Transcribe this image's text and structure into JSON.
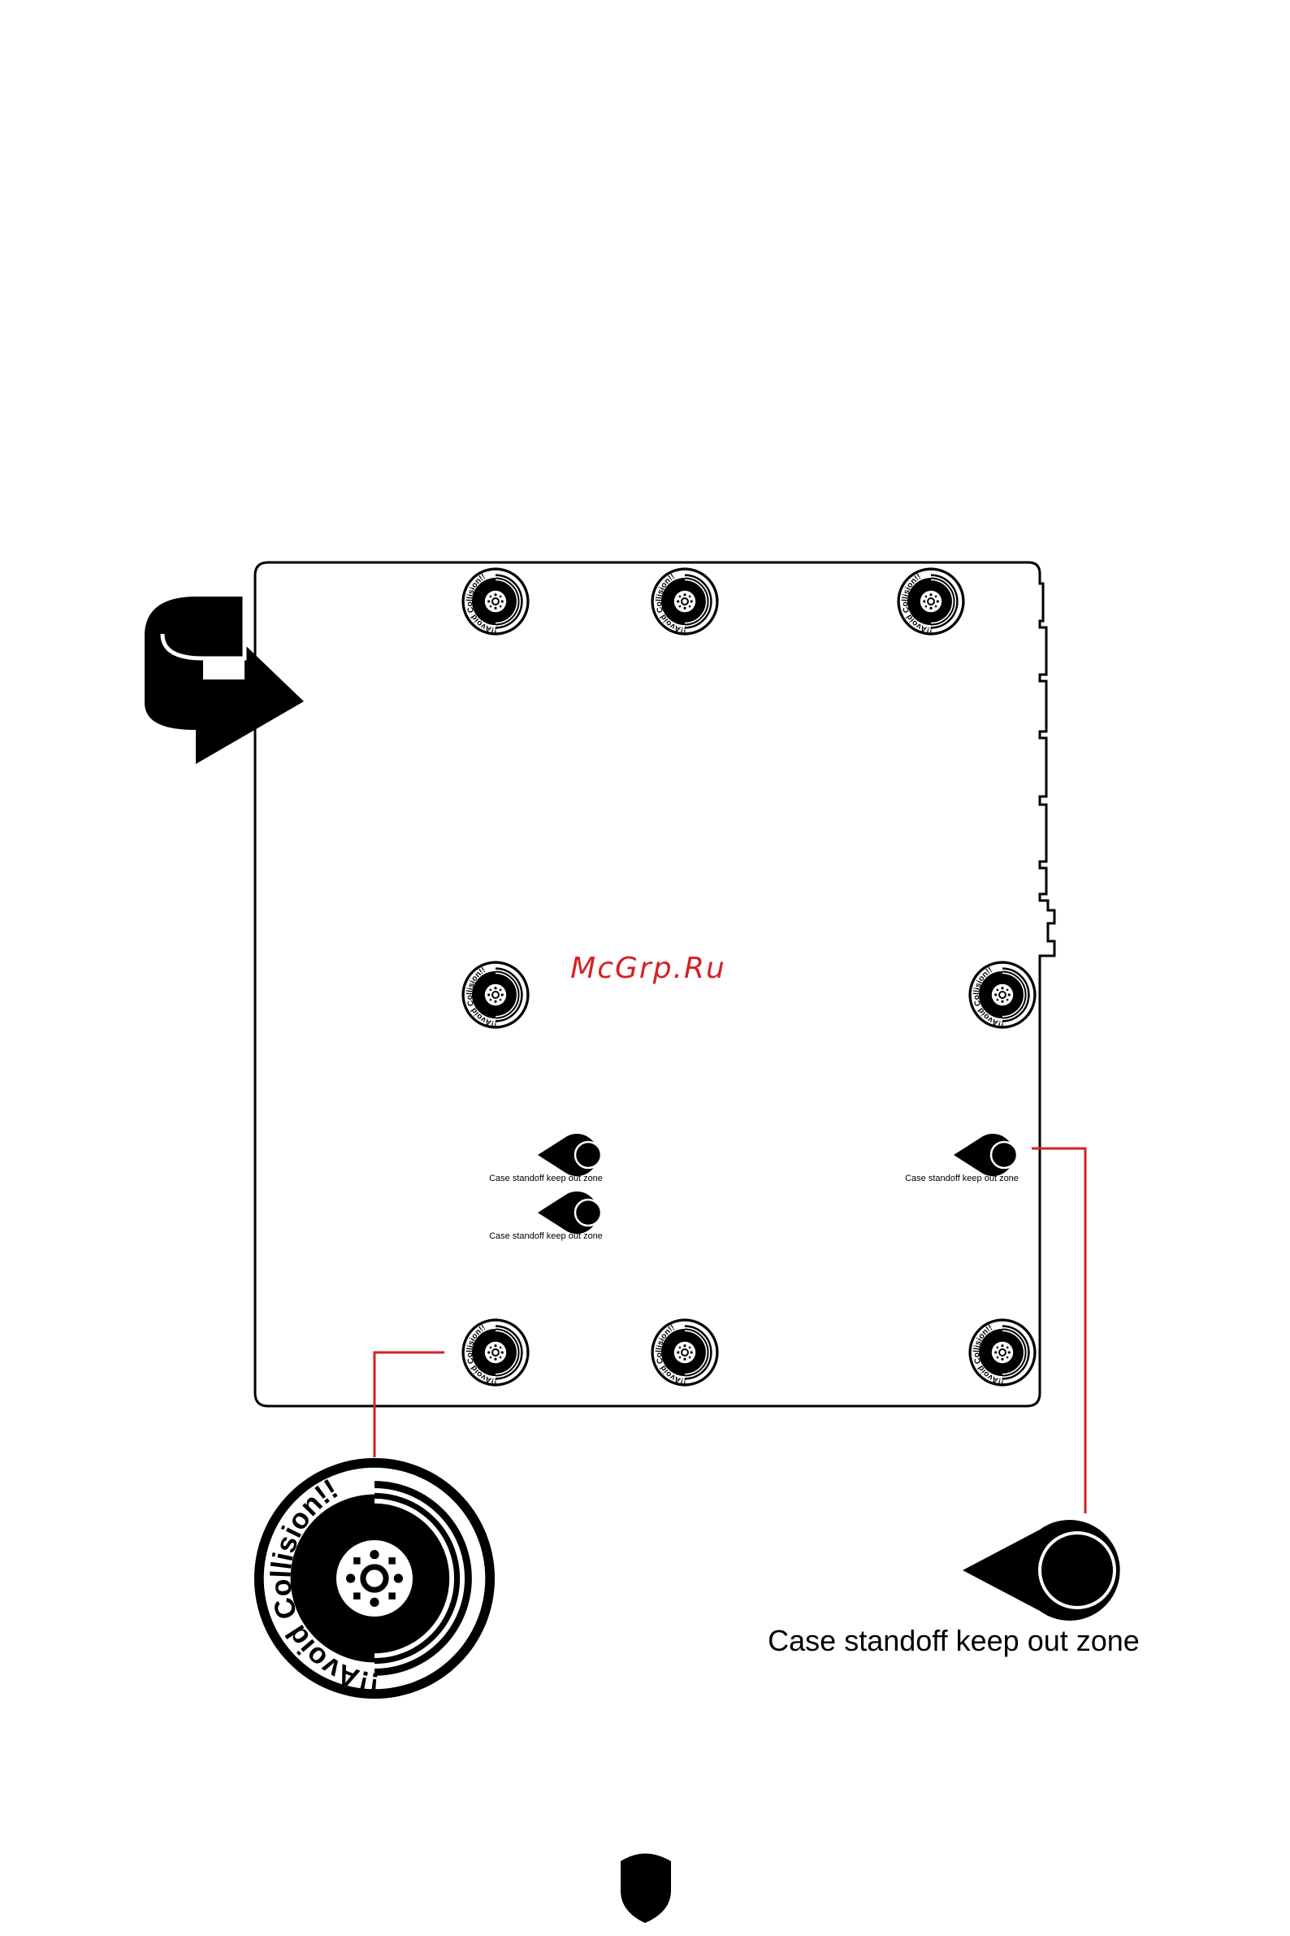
{
  "colors": {
    "ink": "#000000",
    "paper": "#ffffff",
    "leader_line": "#d62027",
    "watermark": "#d62027"
  },
  "watermark": {
    "text": "McGrp.Ru"
  },
  "standoff": {
    "collision_mark_text": "!!Avoid Collision!!",
    "keep_out_label": "Case standoff keep out zone"
  },
  "legend": {
    "avoid_collision_icon": "avoid-collision-badge",
    "keep_out_icon": "teardrop-ring",
    "keep_out_label": "Case standoff keep out zone"
  },
  "icons": {
    "flip_arrow": "curved-flip-arrow",
    "footer_logo": "shield-icon"
  }
}
